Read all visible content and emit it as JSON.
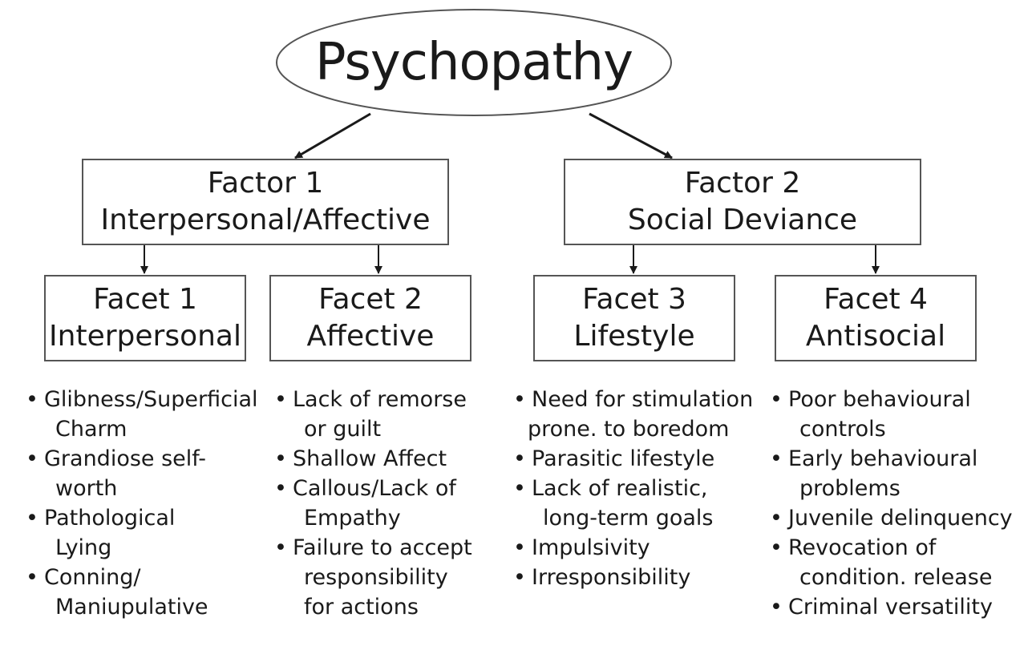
{
  "root": {
    "label": "Psychopathy"
  },
  "factors": [
    {
      "title": "Factor 1",
      "subtitle": "Interpersonal/Affective"
    },
    {
      "title": "Factor 2",
      "subtitle": "Social Deviance"
    }
  ],
  "facets": [
    {
      "title": "Facet 1",
      "subtitle": "Interpersonal",
      "items": [
        [
          "Glibness/Superficial",
          "Charm"
        ],
        [
          "Grandiose self-",
          "worth"
        ],
        [
          "Pathological",
          "Lying"
        ],
        [
          "Conning/",
          "Maniupulative"
        ]
      ]
    },
    {
      "title": "Facet 2",
      "subtitle": "Affective",
      "items": [
        [
          "Lack of remorse",
          "or guilt"
        ],
        [
          "Shallow Affect"
        ],
        [
          "Callous/Lack of",
          "Empathy"
        ],
        [
          "Failure to accept",
          "responsibility",
          "for actions"
        ]
      ]
    },
    {
      "title": "Facet 3",
      "subtitle": "Lifestyle",
      "items": [
        [
          "Need for stimulation",
          "prone. to boredom"
        ],
        [
          "Parasitic lifestyle"
        ],
        [
          "Lack of realistic,",
          "long-term goals"
        ],
        [
          "Impulsivity"
        ],
        [
          "Irresponsibility"
        ]
      ]
    },
    {
      "title": "Facet 4",
      "subtitle": "Antisocial",
      "items": [
        [
          "Poor behavioural",
          "controls"
        ],
        [
          "Early behavioural",
          "problems"
        ],
        [
          "Juvenile delinquency"
        ],
        [
          "Revocation of",
          "condition. release"
        ],
        [
          "Criminal versatility"
        ]
      ]
    }
  ]
}
